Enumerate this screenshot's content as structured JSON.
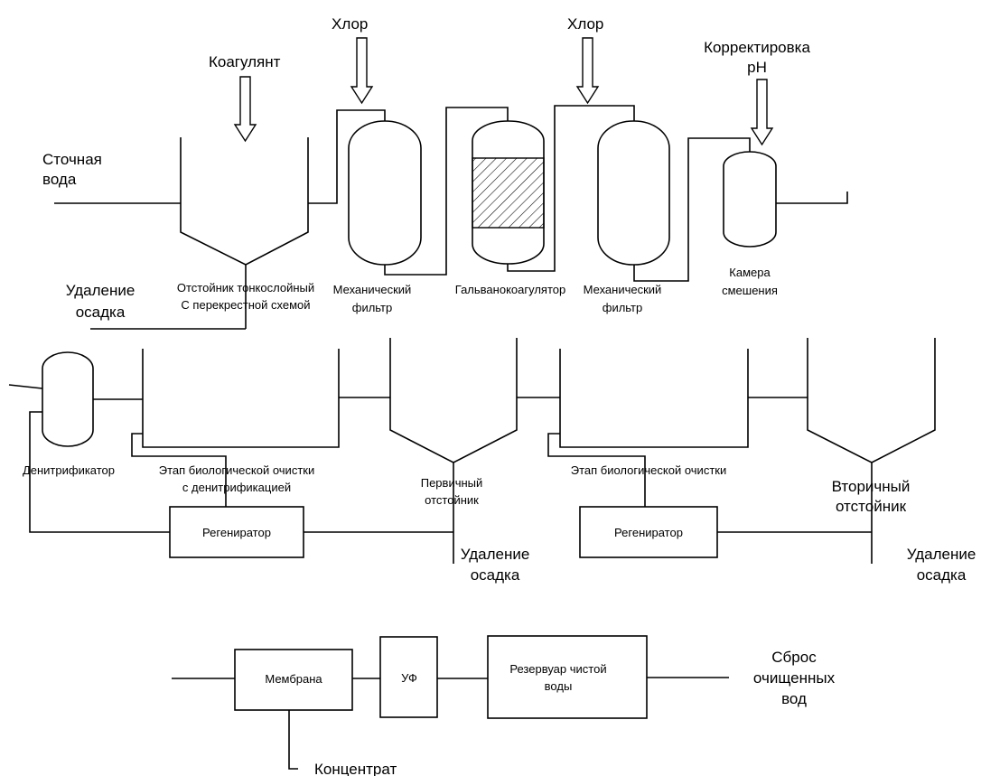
{
  "labels": {
    "wastewater": [
      "Сточная",
      "вода"
    ],
    "coagulant": "Коагулянт",
    "chlorine_1": "Хлор",
    "chlorine_2": "Хлор",
    "ph_correction": [
      "Корректировка",
      "pH"
    ],
    "sludge_removal_1": [
      "Удаление",
      "осадка"
    ],
    "thin_layer_settler": [
      "Отстойник тонкослойный",
      "С перекрестной схемой"
    ],
    "mechanical_filter_1": [
      "Механический",
      "фильтр"
    ],
    "galvanocoagulator": "Гальванокоагулятор",
    "mechanical_filter_2": [
      "Механический",
      "фильтр"
    ],
    "mixing_chamber": [
      "Камера",
      "смешения"
    ],
    "denitrifier": "Денитрификатор",
    "bio_stage_denitrification": [
      "Этап биологической очистки",
      "с денитрификацией"
    ],
    "primary_settler": [
      "Первичный",
      "отстойник"
    ],
    "bio_stage": "Этап биологической очистки",
    "secondary_settler": [
      "Вторичный",
      "отстойник"
    ],
    "regenerator_1": "Регениратор",
    "regenerator_2": "Регениратор",
    "sludge_removal_2": [
      "Удаление",
      "осадка"
    ],
    "sludge_removal_3": [
      "Удаление",
      "осадка"
    ],
    "membrane": "Мембрана",
    "uv": "УФ",
    "clean_water_tank": [
      "Резервуар чистой",
      "воды"
    ],
    "discharge": [
      "Сброс",
      "очищенных",
      "вод"
    ],
    "concentrate": "Концентрат"
  }
}
